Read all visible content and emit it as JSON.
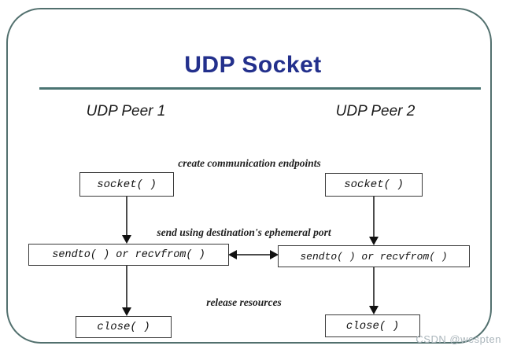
{
  "header": {
    "title": "UDP Socket"
  },
  "diagram": {
    "peers": {
      "peer1_label": "UDP Peer 1",
      "peer2_label": "UDP Peer 2"
    },
    "annotations": {
      "create": "create communication endpoints",
      "send": "send using destination's ephemeral port",
      "release": "release resources"
    },
    "boxes": {
      "socket": "socket( )",
      "sendto_recvfrom": "sendto( ) or recvfrom( )",
      "close": "close( )"
    },
    "colors": {
      "frame_border": "#52706e",
      "title_text": "#23308c",
      "title_underline": "#4a7472",
      "box_border": "#3a3a3a",
      "arrow": "#111111",
      "watermark": "#aab5bb"
    }
  },
  "watermark": {
    "text": "CSDN @wespten"
  }
}
